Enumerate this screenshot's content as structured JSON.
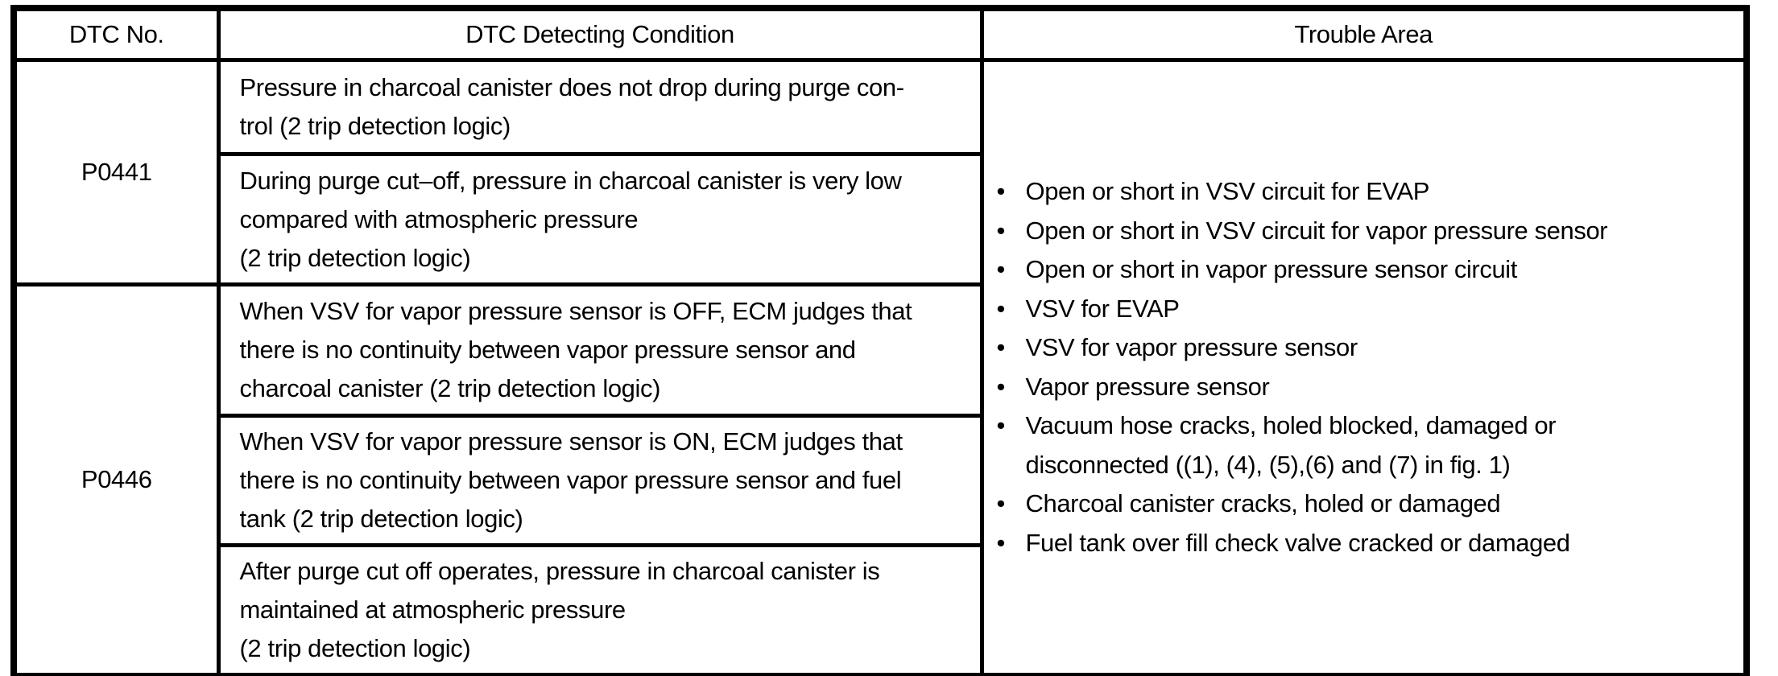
{
  "colors": {
    "ink": "#000000",
    "paper": "#ffffff"
  },
  "table": {
    "headers": {
      "dtc_no": "DTC No.",
      "condition": "DTC Detecting Condition",
      "trouble_area": "Trouble Area"
    },
    "dtc_groups": [
      {
        "dtc_no": "P0441",
        "conditions": [
          "Pressure in charcoal canister does not drop during purge con-\ntrol (2 trip detection logic)",
          "During purge cut–off, pressure in charcoal canister is very low\ncompared with atmospheric pressure\n(2 trip detection logic)"
        ]
      },
      {
        "dtc_no": "P0446",
        "conditions": [
          "When VSV for vapor pressure sensor is OFF, ECM judges that\nthere is no continuity between vapor pressure sensor and\ncharcoal canister (2 trip detection logic)",
          "When VSV for vapor pressure sensor is ON, ECM judges that\nthere is no continuity between vapor pressure sensor and fuel\ntank (2 trip detection logic)",
          "After purge cut off operates, pressure in charcoal canister is\nmaintained at atmospheric pressure\n(2 trip detection logic)"
        ]
      }
    ],
    "trouble_area_items": [
      "Open or short in VSV circuit for EVAP",
      "Open or short in VSV circuit for vapor pressure sensor",
      "Open or short in vapor pressure sensor circuit",
      "VSV for EVAP",
      "VSV for vapor pressure sensor",
      "Vapor pressure sensor",
      "Vacuum hose cracks, holed blocked,  damaged or\ndisconnected ((1), (4), (5),(6) and (7) in fig. 1)",
      "Charcoal canister cracks, holed or damaged",
      "Fuel tank over fill check valve cracked or damaged"
    ]
  }
}
